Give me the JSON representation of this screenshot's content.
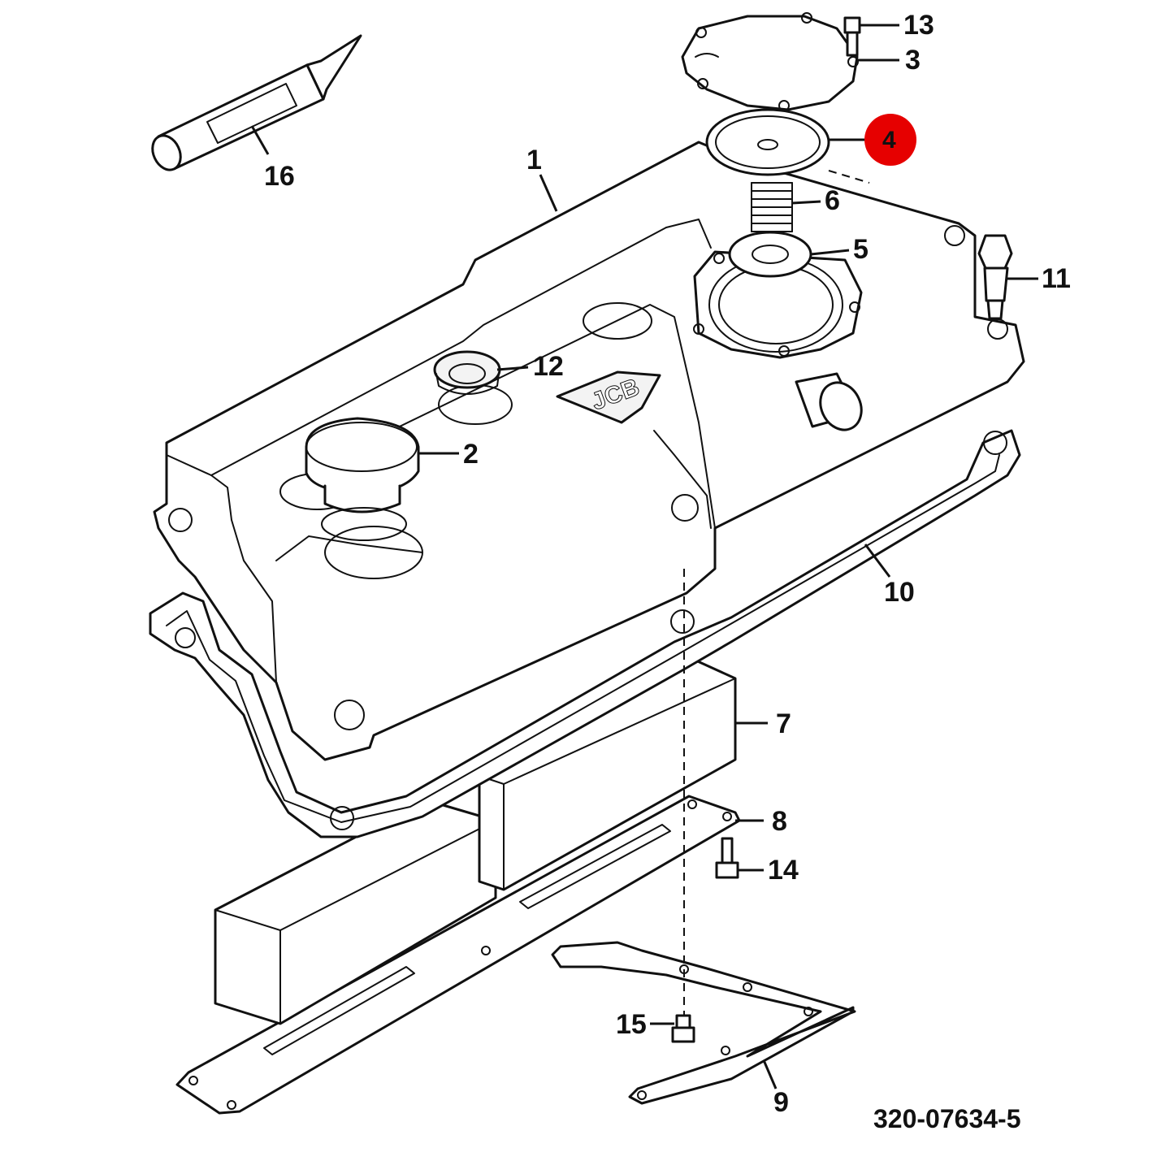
{
  "callouts": {
    "c1": "1",
    "c2": "2",
    "c3": "3",
    "c4": "4",
    "c5": "5",
    "c6": "6",
    "c7": "7",
    "c8": "8",
    "c9": "9",
    "c10": "10",
    "c11": "11",
    "c12": "12",
    "c13": "13",
    "c14": "14",
    "c15": "15",
    "c16": "16"
  },
  "highlight": {
    "part": "4",
    "color": "#e60000"
  },
  "drawing_number": "320-07634-5",
  "logo_text": "JCB",
  "colors": {
    "line": "#111111",
    "background": "#ffffff"
  }
}
